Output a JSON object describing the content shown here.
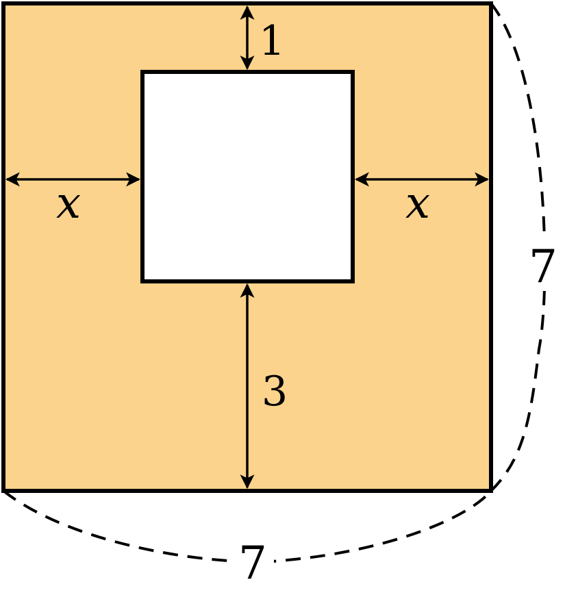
{
  "colors": {
    "outer_fill": "#FBD38D",
    "inner_fill": "#FFFFFF",
    "stroke": "#000000"
  },
  "labels": {
    "top_gap": "1",
    "left_gap": "x",
    "right_gap": "x",
    "bottom_gap": "3",
    "outer_height": "7",
    "outer_width": "7"
  }
}
